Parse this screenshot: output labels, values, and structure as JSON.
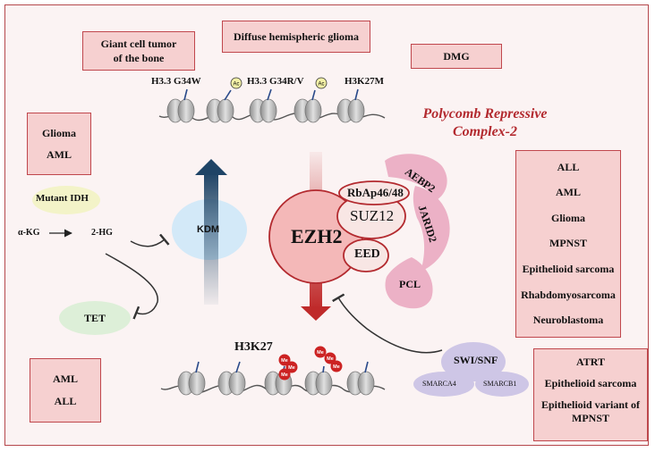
{
  "title": {
    "line1": "Polycomb Repressive",
    "line2": "Complex-2"
  },
  "top_boxes": {
    "giant_cell": [
      "Giant cell tumor",
      "of the bone"
    ],
    "diffuse_hemispheric": "Diffuse hemispheric glioma",
    "dmg": "DMG"
  },
  "histone_marks": {
    "g34w": "H3.3 G34W",
    "g34rv": "H3.3 G34R/V",
    "k27m": "H3K27M",
    "h3k27": "H3K27",
    "ac": "Ac",
    "me": "Me"
  },
  "left_box": [
    "Glioma",
    "AML"
  ],
  "left_bottom_box": [
    "AML",
    "ALL"
  ],
  "right_box": [
    "ALL",
    "AML",
    "Glioma",
    "MPNST",
    "Epithelioid sarcoma",
    "Rhabdomyosarcoma",
    "Neuroblastoma"
  ],
  "right_bottom_box": [
    "ATRT",
    "Epithelioid sarcoma",
    "Epithelioid variant of",
    "MPNST"
  ],
  "pathway": {
    "mutant_idh": "Mutant IDH",
    "alpha_kg": "α-KG",
    "two_hg": "2-HG",
    "tet": "TET",
    "kdm": "KDM"
  },
  "prc2": {
    "ezh2": "EZH2",
    "rbap": "RbAp46/48",
    "suz12": "SUZ12",
    "eed": "EED",
    "aebp2": "AEBP2",
    "jarid2": "JARID2",
    "pcl": "PCL"
  },
  "swi_snf": {
    "main": "SWI/SNF",
    "smarca4": "SMARCA4",
    "smarcb1": "SMARCB1"
  },
  "colors": {
    "frame": "#b5484c",
    "box_fill": "#f6d0d0",
    "box_border": "#c0474d",
    "title": "#b32a2f",
    "ezh2_fill": "#f4b8b8",
    "pink_subunit": "#ecb1c6",
    "swi_snf_fill": "#cec6e6",
    "kdm_fill": "#d3e9f8",
    "idh_fill": "#f3f3c8",
    "tet_fill": "#ddefd8",
    "arrow_blue": "#1e4466",
    "arrow_red": "#bf2a2a",
    "me_red": "#cc2222"
  }
}
